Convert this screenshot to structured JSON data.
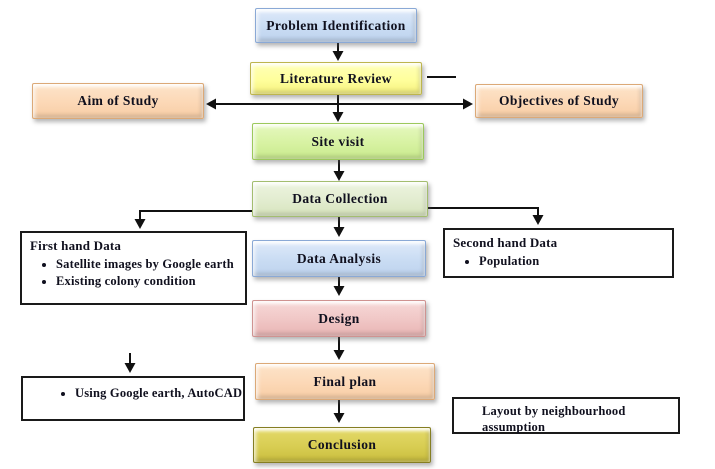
{
  "diagram": {
    "description": "Research methodology flowchart",
    "nodes": {
      "problem_identification": {
        "label": "Problem Identification",
        "color": "#c9dcf3"
      },
      "literature_review": {
        "label": "Literature Review",
        "color": "#ffff9c"
      },
      "aim_of_study": {
        "label": "Aim of Study",
        "color": "#fcd8b6"
      },
      "objectives_of_study": {
        "label": "Objectives of Study",
        "color": "#fcd8b6"
      },
      "site_visit": {
        "label": "Site visit",
        "color": "#d7f2a2"
      },
      "data_collection": {
        "label": "Data Collection",
        "color": "#e2eccf"
      },
      "data_analysis": {
        "label": "Data Analysis",
        "color": "#c9dcf3"
      },
      "design": {
        "label": "Design",
        "color": "#f0c6c5"
      },
      "final_plan": {
        "label": "Final plan",
        "color": "#fcd8b6"
      },
      "conclusion": {
        "label": "Conclusion",
        "color": "#d8cd52"
      }
    },
    "side_boxes": {
      "first_hand": {
        "title": "First hand Data",
        "bullets": [
          "Satellite images by Google earth",
          "Existing colony condition"
        ]
      },
      "second_hand": {
        "title": "Second hand Data",
        "bullets": [
          "Population"
        ]
      },
      "tools": {
        "bullets": [
          "Using Google earth, AutoCAD"
        ]
      },
      "layout_note": {
        "text": "Layout by neighbourhood assumption"
      }
    },
    "edges": [
      {
        "from": "Problem Identification",
        "to": "Literature Review",
        "style": "arrow-down"
      },
      {
        "from": "Literature Review",
        "to": "Site visit",
        "style": "arrow-down"
      },
      {
        "from": "Aim of Study",
        "to": "Objectives of Study",
        "style": "double-headed-horizontal-arrow"
      },
      {
        "from": "Literature Review",
        "to": "",
        "style": "stub-line-right"
      },
      {
        "from": "Site visit",
        "to": "Data Collection",
        "style": "arrow-down"
      },
      {
        "from": "Data Collection",
        "to": "First hand Data",
        "style": "elbow-arrow-left-down"
      },
      {
        "from": "Data Collection",
        "to": "Second hand Data",
        "style": "elbow-arrow-right-down"
      },
      {
        "from": "Data Collection",
        "to": "Data Analysis",
        "style": "arrow-down"
      },
      {
        "from": "Data Analysis",
        "to": "Design",
        "style": "arrow-down"
      },
      {
        "from": "Design",
        "to": "Final plan",
        "style": "arrow-down"
      },
      {
        "from": "Final plan",
        "to": "Conclusion",
        "style": "arrow-down"
      },
      {
        "from": "",
        "to": "Using Google earth, AutoCAD",
        "style": "arrow-down"
      }
    ],
    "connector_color": "#111111"
  }
}
